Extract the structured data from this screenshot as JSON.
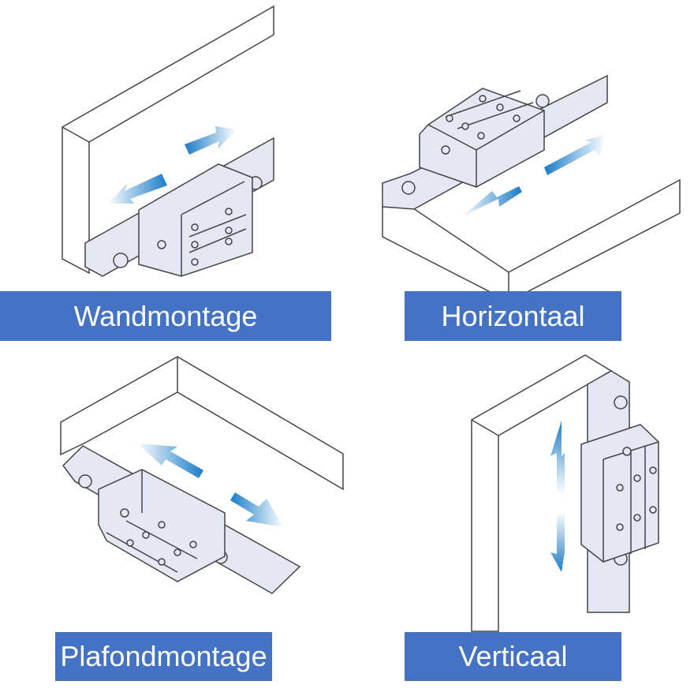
{
  "title": "Montageoriëntaties lineaire geleiding",
  "colors": {
    "label_background": "#4472c4",
    "label_text": "#ffffff",
    "arrow_blue": "#1a7cc8",
    "rail_fill": "#e4e8f4",
    "line": "#444444"
  },
  "panels": [
    {
      "id": "wall",
      "label": "Wandmontage",
      "motion": "horizontal-left-right"
    },
    {
      "id": "horizontal",
      "label": "Horizontaal",
      "motion": "diagonal-forward-back"
    },
    {
      "id": "ceiling",
      "label": "Plafondmontage",
      "motion": "diagonal-forward-back"
    },
    {
      "id": "vertical",
      "label": "Verticaal",
      "motion": "up-down"
    }
  ]
}
